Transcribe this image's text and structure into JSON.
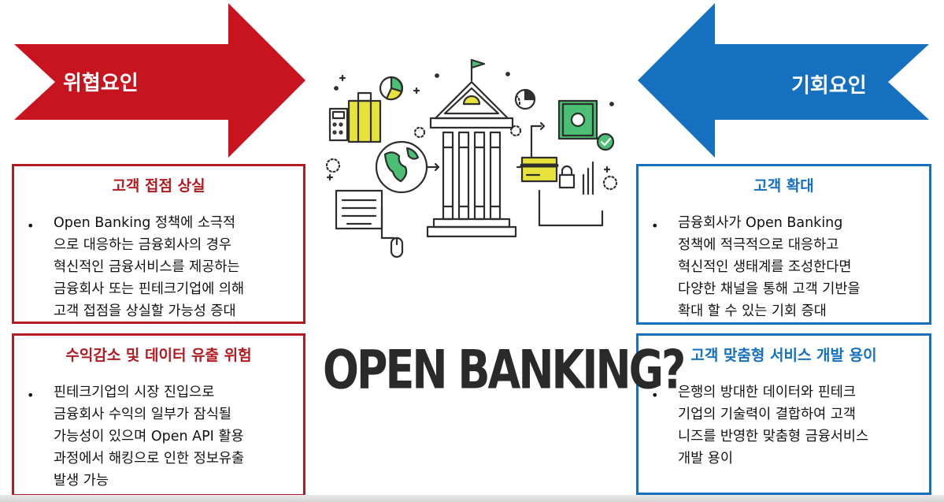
{
  "threat_arrow": {
    "label": "위협요인",
    "color": "#c8141e"
  },
  "opportunity_arrow": {
    "label": "기회요인",
    "color": "#1570c0"
  },
  "center": {
    "title": "OPEN BANKING?"
  },
  "threat_cards": [
    {
      "title": "고객 접점 상실",
      "lines": [
        "Open Banking 정책에 소극적",
        "으로 대응하는 금융회사의 경우",
        "혁신적인 금융서비스를 제공하는",
        "금융회사 또는 핀테크기업에 의해",
        "고객 접점을 상실할 가능성 증대"
      ]
    },
    {
      "title": "수익감소 및 데이터 유출 위험",
      "lines": [
        "핀테크기업의 시장 진입으로",
        "금융회사 수익의 일부가 잠식될",
        "가능성이 있으며 Open API 활용",
        "과정에서 해킹으로 인한 정보유출",
        "발생 가능"
      ]
    }
  ],
  "opportunity_cards": [
    {
      "title": "고객 확대",
      "lines": [
        "금융회사가 Open Banking",
        "정책에 적극적으로 대응하고",
        "혁신적인 생태계를 조성한다면",
        "다양한 채널을 통해 고객 기반을",
        "확대 할 수 있는 기회 증대"
      ]
    },
    {
      "title": "고객 맞춤형 서비스 개발 용이",
      "lines": [
        "은행의 방대한 데이터와 핀테크",
        "기업의 기술력이 결합하여 고객",
        "니즈를 반영한 맞춤형 금융서비스",
        "개발 용이"
      ]
    }
  ],
  "bullet_char": "•",
  "icon_colors": {
    "yellow": "#e8e33c",
    "green": "#4bbf73",
    "line": "#2e2e2e"
  }
}
